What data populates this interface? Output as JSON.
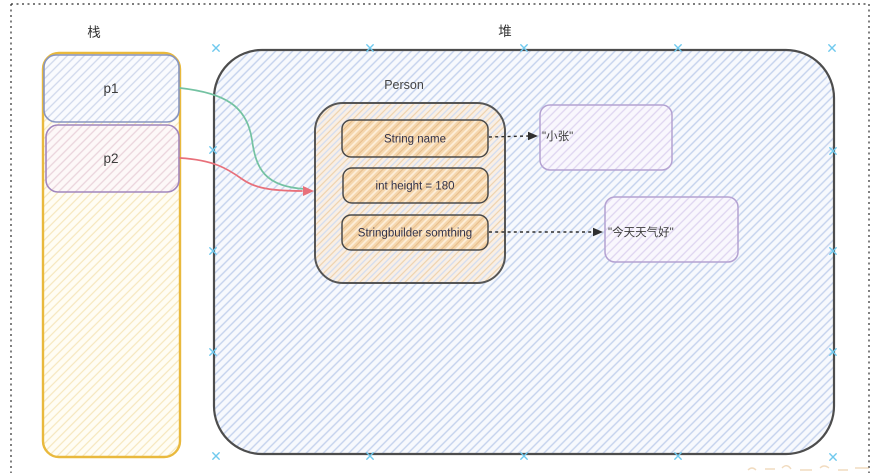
{
  "diagram": {
    "stack": {
      "label": "栈",
      "frames": [
        {
          "label": "p1"
        },
        {
          "label": "p2"
        }
      ]
    },
    "heap": {
      "label": "堆",
      "person": {
        "title": "Person",
        "fields": [
          {
            "label": "String name"
          },
          {
            "label": "int height = 180"
          },
          {
            "label": "Stringbuilder somthing"
          }
        ]
      },
      "string_objects": [
        {
          "label": "\"小张\""
        },
        {
          "label": "\"今天天气好\""
        }
      ]
    },
    "colors": {
      "stack_border": "#e9b93d",
      "p1_border": "#8795c1",
      "p2_border": "#a186bd",
      "heap_border": "#4d4d4d",
      "person_border": "#555555",
      "field_border": "#4a4a4a",
      "string_box_border": "#b4a2d2",
      "pointer_p1": "#74c2a2",
      "pointer_p2": "#e8707a",
      "dashed_arrow": "#2f2f2f",
      "selection_handle": "#6fc9ee",
      "selection_border": "#2d2d2d"
    }
  }
}
